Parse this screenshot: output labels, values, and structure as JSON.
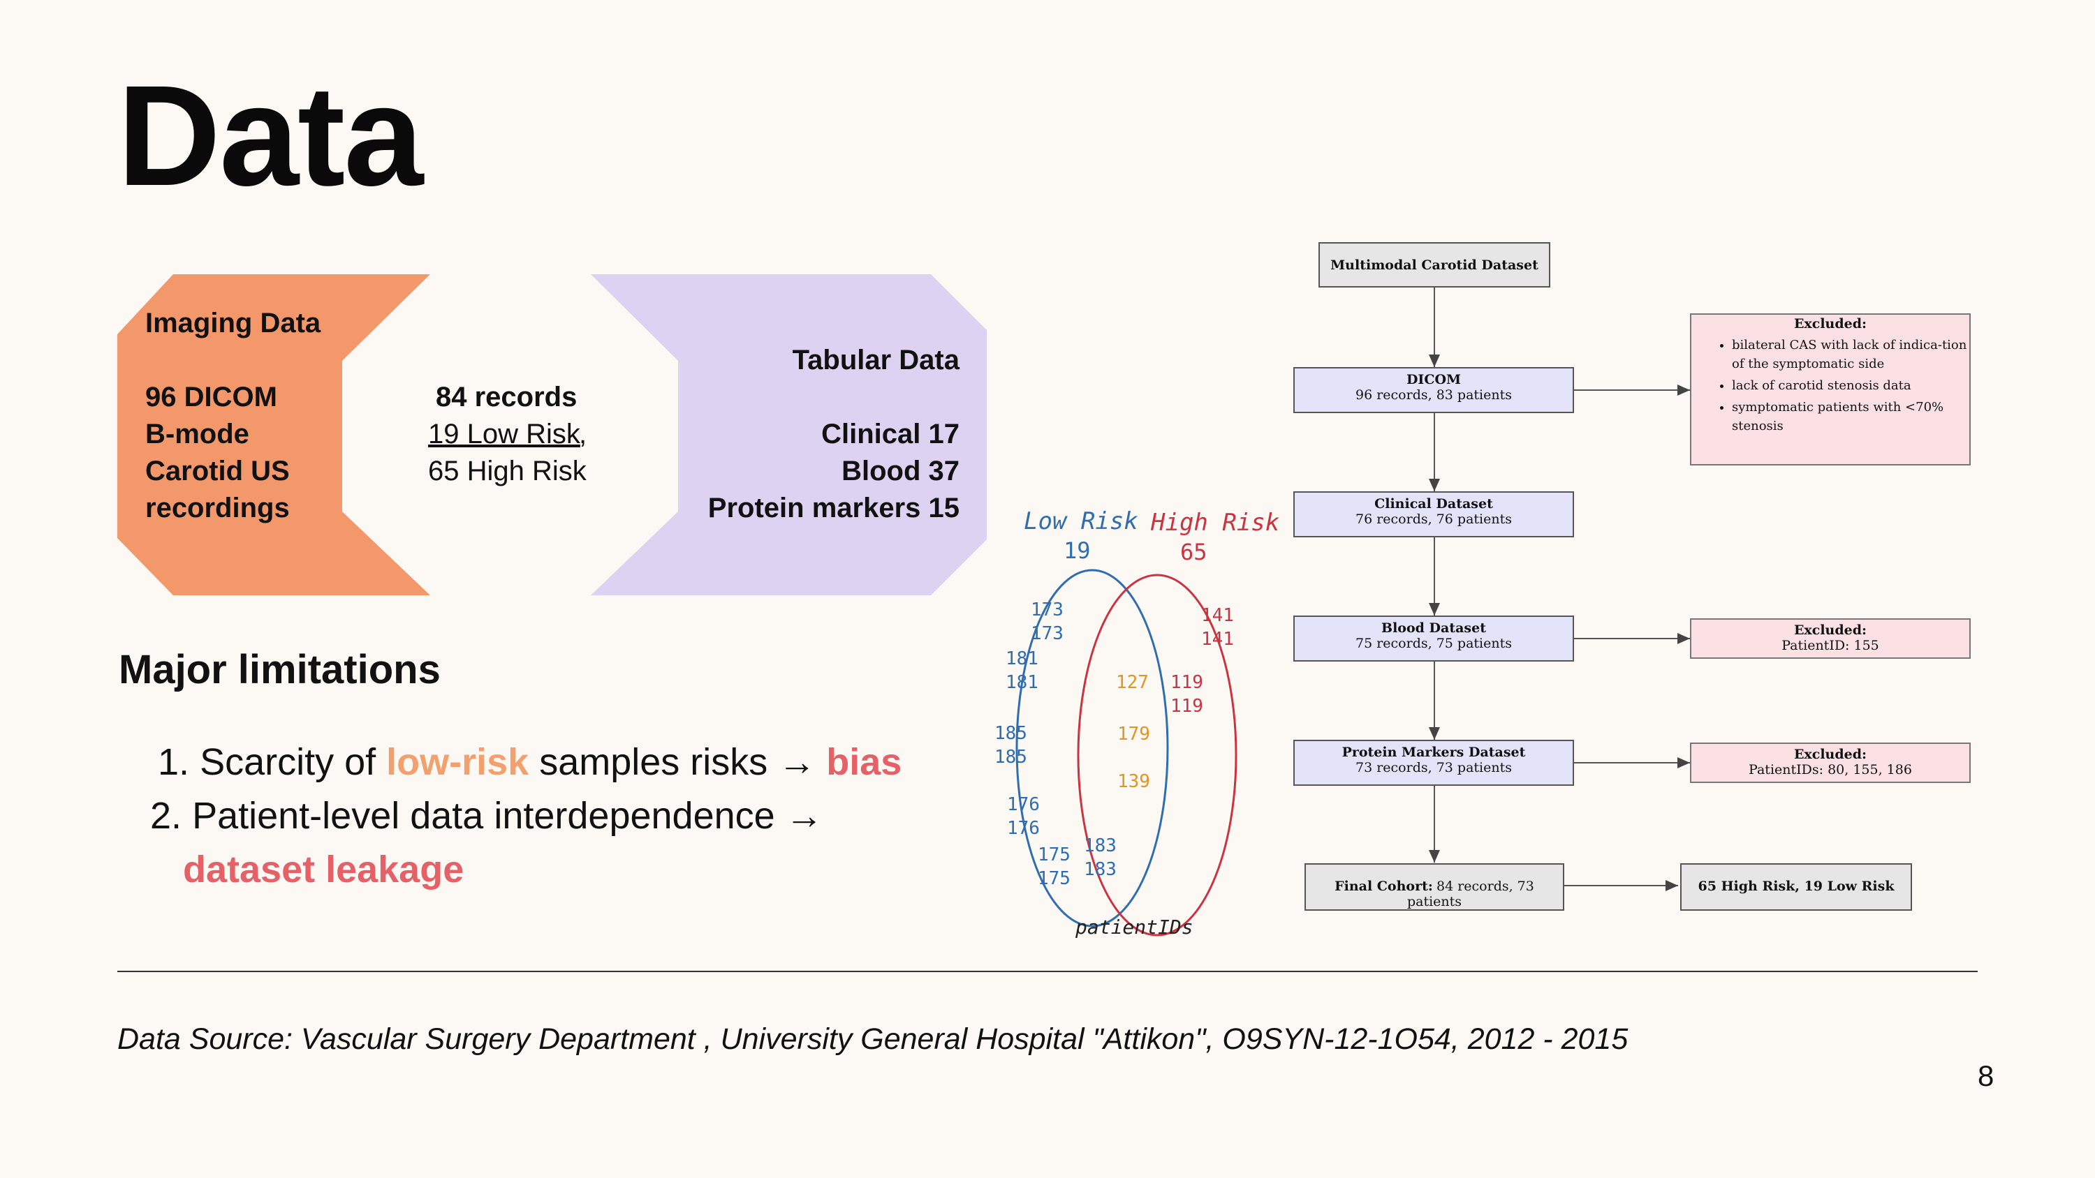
{
  "slide": {
    "title": "Data",
    "page_number": "8"
  },
  "banner": {
    "imaging": {
      "title": "Imaging Data",
      "lines": [
        "96 DICOM",
        "B-mode",
        "Carotid US",
        "recordings"
      ]
    },
    "records": {
      "title": "84 records",
      "low": "19 Low Risk",
      "comma": ",",
      "high": "65 High Risk"
    },
    "tabular": {
      "title": "Tabular Data",
      "lines": [
        "Clinical 17",
        "Blood 37",
        "Protein markers 15"
      ]
    },
    "colors": {
      "imaging": "#f2986b",
      "tabular": "#ded2f2"
    }
  },
  "limitations": {
    "heading": "Major limitations",
    "item1": {
      "num": "1.",
      "pre": "Scarcity of ",
      "hl": "low-risk",
      "mid": " samples risks → ",
      "hl2": "bias"
    },
    "item2": {
      "num": "2.",
      "pre": "Patient-level data interdependence →",
      "hl": "dataset leakage"
    }
  },
  "venn": {
    "low_label": "Low Risk",
    "low_count": "19",
    "high_label": "High Risk",
    "high_count": "65",
    "footer": "patientIDs",
    "low_ids": [
      "173",
      "173",
      "181",
      "181",
      "185",
      "185",
      "176",
      "176",
      "175",
      "175"
    ],
    "overlap_ids_orange": [
      "127",
      "179",
      "139"
    ],
    "overlap_ids_blue": [
      "183",
      "183"
    ],
    "high_ids": [
      "141",
      "141",
      "119",
      "119"
    ],
    "colors": {
      "low": "#2f6db0",
      "high": "#cc3340",
      "overlap": "#e09526"
    }
  },
  "flowchart": {
    "root": "Multimodal Carotid Dataset",
    "dicom": {
      "title": "DICOM",
      "sub": "96 records, 83 patients"
    },
    "clinical": {
      "title": "Clinical Dataset",
      "sub": "76 records, 76 patients"
    },
    "blood": {
      "title": "Blood Dataset",
      "sub": "75 records, 75 patients"
    },
    "protein": {
      "title": "Protein Markers Dataset",
      "sub": "73 records, 73 patients"
    },
    "final": {
      "title": "Final Cohort:",
      "sub": "84 records, 73 patients"
    },
    "outcome": "65 High Risk, 19 Low Risk",
    "excluded1": {
      "title": "Excluded:",
      "items": [
        "bilateral CAS with lack of indica-tion of the symptomatic side",
        "lack of carotid stenosis data",
        "symptomatic patients with <70% stenosis"
      ]
    },
    "excluded2": {
      "title": "Excluded:",
      "sub": "PatientID: 155"
    },
    "excluded3": {
      "title": "Excluded:",
      "sub": "PatientIDs: 80, 155, 186"
    }
  },
  "footer": {
    "source": "Data Source: Vascular Surgery Department , University General Hospital \"Attikon\", O9SYN-12-1O54, 2012 - 2015"
  }
}
